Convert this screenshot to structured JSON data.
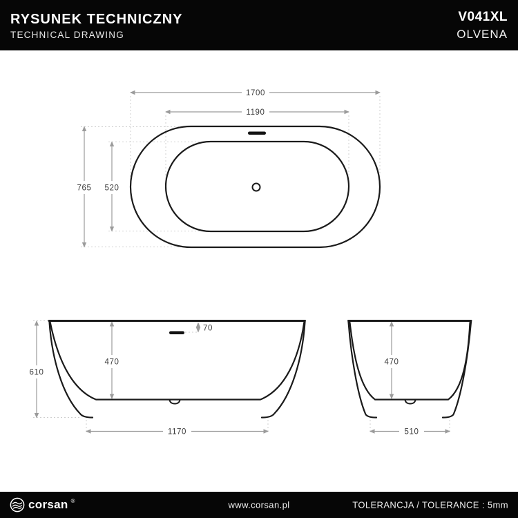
{
  "header": {
    "title": "RYSUNEK TECHNICZNY",
    "subtitle": "TECHNICAL DRAWING",
    "model_code": "V041XL",
    "model_name": "OLVENA"
  },
  "footer": {
    "brand": "corsan",
    "registered_mark": "®",
    "website": "www.corsan.pl",
    "tolerance": "TOLERANCJA / TOLERANCE : 5mm"
  },
  "views": {
    "top": {
      "dims": {
        "overall_length": "1700",
        "inner_length": "1190",
        "overall_width": "765",
        "inner_width": "520"
      }
    },
    "front": {
      "dims": {
        "overall_height": "610",
        "basin_depth": "470",
        "overflow_offset": "70",
        "feet_span": "1170"
      }
    },
    "side": {
      "dims": {
        "basin_depth": "470",
        "feet_span": "510"
      }
    }
  },
  "colors": {
    "header_bg": "#060606",
    "outline": "#1b1b1b",
    "dimension_line": "#9b9b9b",
    "extension_line": "#cfcfcf",
    "label_text": "#3a3a3a"
  }
}
